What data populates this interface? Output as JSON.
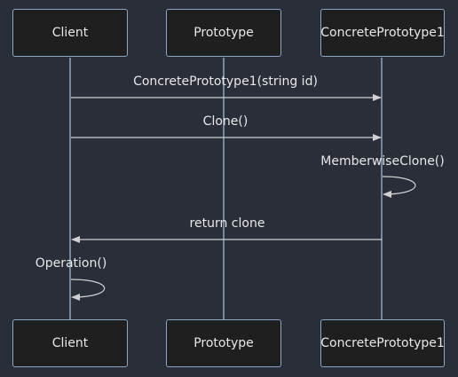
{
  "diagram": {
    "type": "sequence",
    "participants": [
      "Client",
      "Prototype",
      "ConcretePrototype1"
    ],
    "messages": [
      {
        "from": "Client",
        "to": "ConcretePrototype1",
        "label": "ConcretePrototype1(string id)",
        "style": "solid"
      },
      {
        "from": "Client",
        "to": "ConcretePrototype1",
        "label": "Clone()",
        "style": "solid"
      },
      {
        "from": "ConcretePrototype1",
        "to": "ConcretePrototype1",
        "label": "MemberwiseClone()",
        "style": "self"
      },
      {
        "from": "ConcretePrototype1",
        "to": "Client",
        "label": "return clone",
        "style": "solid"
      },
      {
        "from": "Client",
        "to": "Client",
        "label": "Operation()",
        "style": "self"
      }
    ]
  },
  "colors": {
    "background": "#2a2e39",
    "lifeline": "#8aa7c4",
    "arrow": "#d0d0d0",
    "box_fill": "#1e1f1e",
    "text": "#e8e8e8"
  }
}
